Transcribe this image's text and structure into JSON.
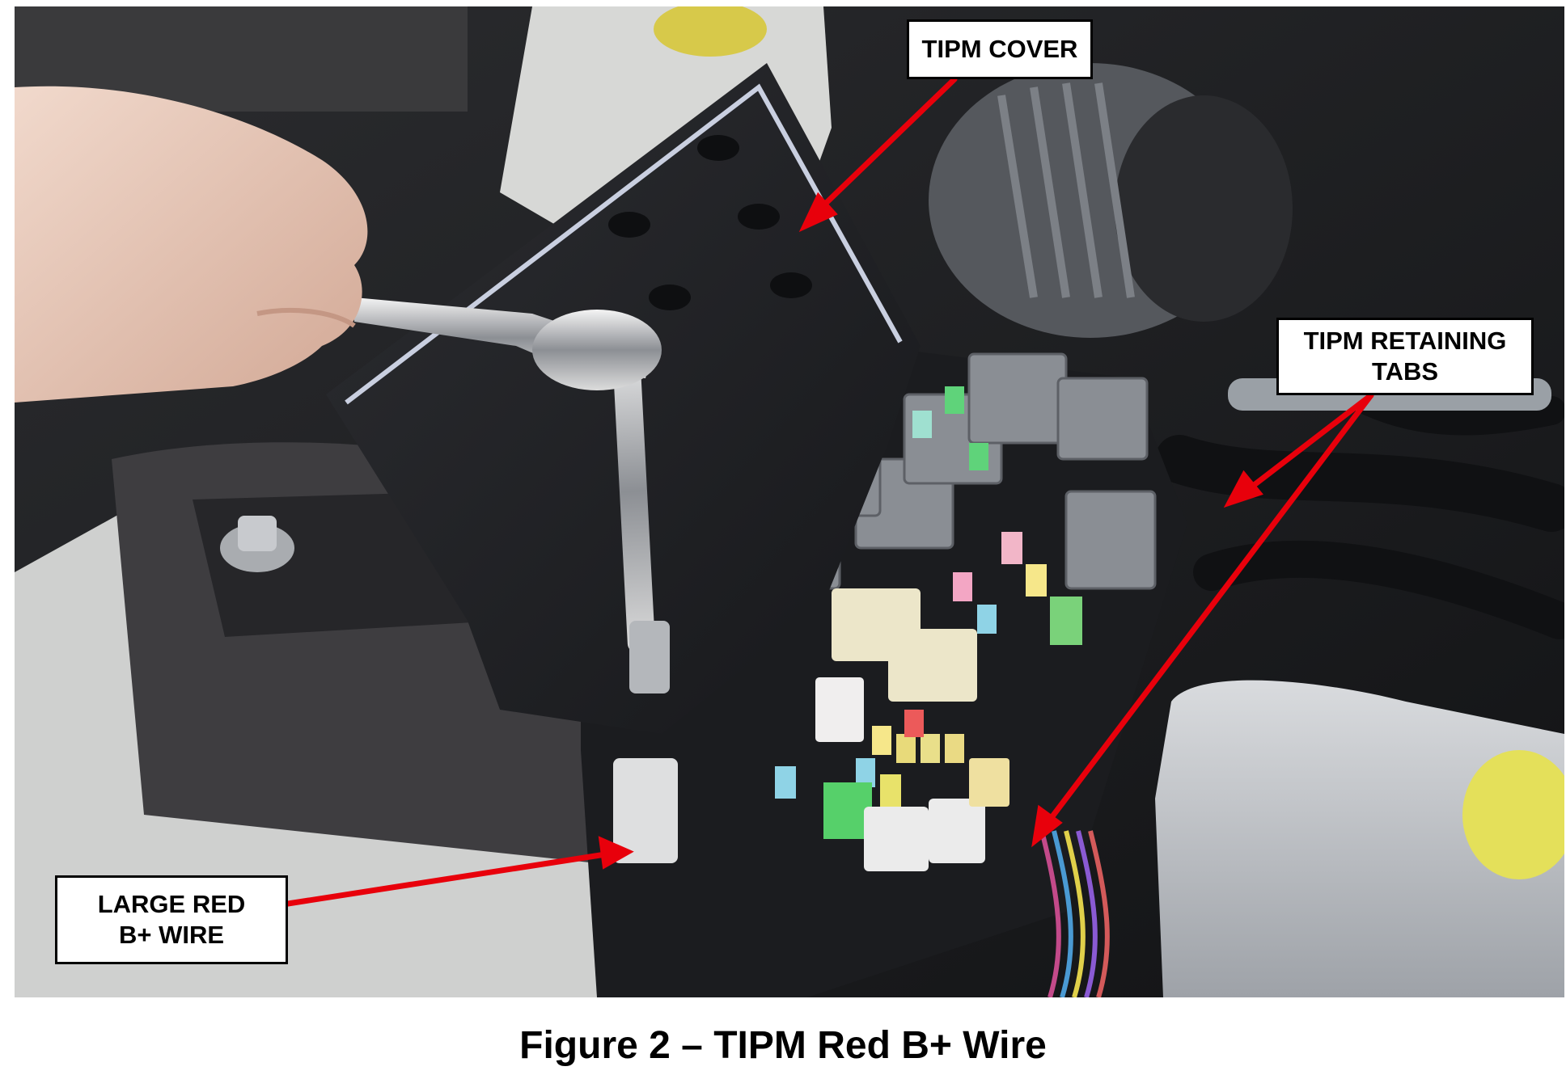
{
  "labels": {
    "tipm_cover": "TIPM COVER",
    "retaining_tabs_line1": "TIPM RETAINING",
    "retaining_tabs_line2": "TABS",
    "red_wire_line1": "LARGE RED",
    "red_wire_line2": "B+ WIRE"
  },
  "caption": "Figure 2 – TIPM Red B+ Wire",
  "colors": {
    "arrow": "#e8000b",
    "label_border": "#000000",
    "label_background": "#ffffff"
  }
}
